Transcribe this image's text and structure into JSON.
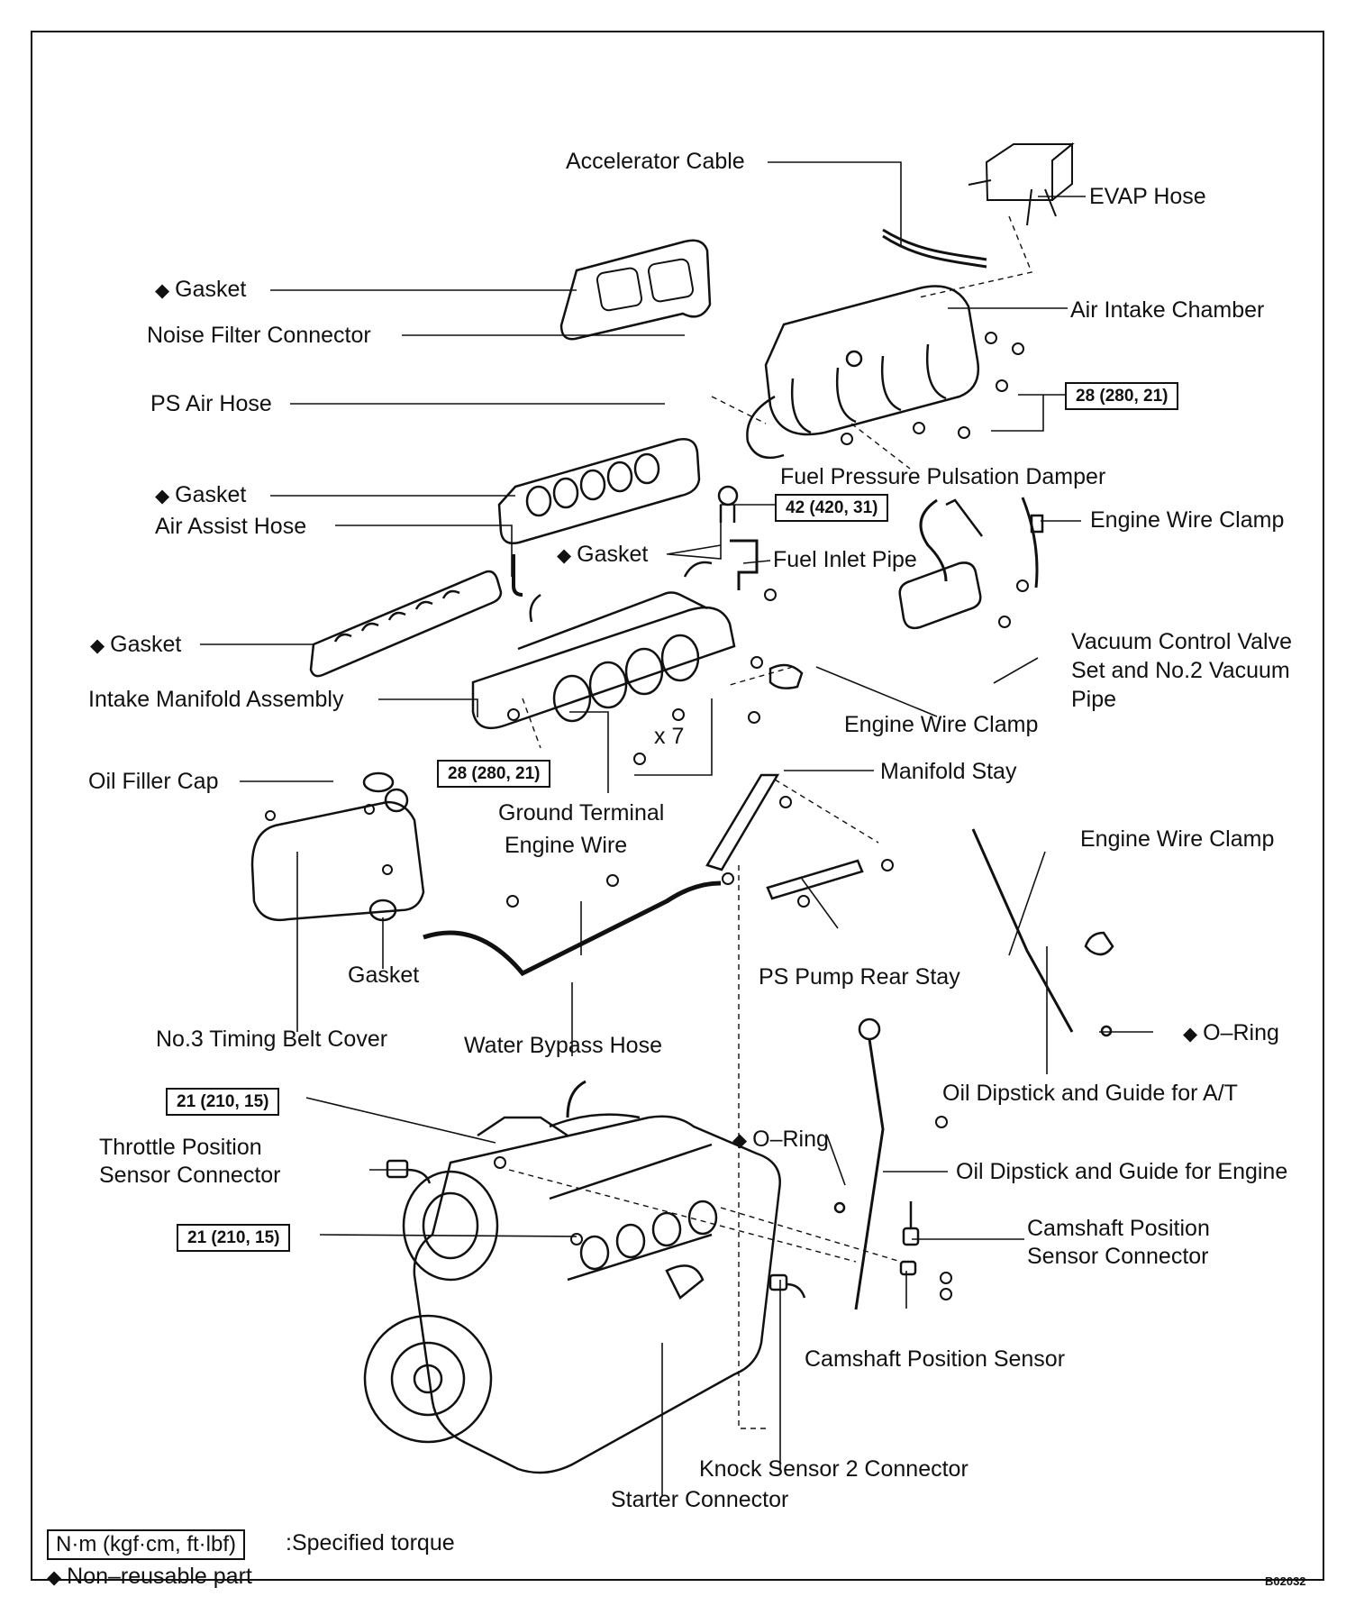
{
  "labels": {
    "accelerator_cable": "Accelerator Cable",
    "evap_hose": "EVAP Hose",
    "gasket_1": "Gasket",
    "noise_filter_connector": "Noise Filter Connector",
    "air_intake_chamber": "Air Intake Chamber",
    "ps_air_hose": "PS Air Hose",
    "gasket_2": "Gasket",
    "fuel_pressure_pulsation_damper": "Fuel Pressure Pulsation Damper",
    "engine_wire_clamp_1": "Engine Wire Clamp",
    "air_assist_hose": "Air Assist Hose",
    "gasket_3": "Gasket",
    "fuel_inlet_pipe": "Fuel Inlet Pipe",
    "gasket_4": "Gasket",
    "vacuum_control_valve": "Vacuum Control Valve\nSet and No.2 Vacuum\nPipe",
    "intake_manifold_assembly": "Intake Manifold Assembly",
    "engine_wire_clamp_2": "Engine Wire Clamp",
    "x7": "x 7",
    "oil_filler_cap": "Oil Filler Cap",
    "manifold_stay": "Manifold Stay",
    "ground_terminal": "Ground Terminal",
    "engine_wire": "Engine Wire",
    "engine_wire_clamp_3": "Engine Wire Clamp",
    "gasket_5": "Gasket",
    "ps_pump_rear_stay": "PS Pump Rear Stay",
    "no3_timing_belt_cover": "No.3 Timing Belt Cover",
    "water_bypass_hose": "Water Bypass Hose",
    "o_ring_1": "O–Ring",
    "oil_dipstick_at": "Oil Dipstick and Guide for A/T",
    "throttle_position_sensor_connector": "Throttle Position\nSensor Connector",
    "o_ring_2": "O–Ring",
    "oil_dipstick_engine": "Oil Dipstick and Guide for Engine",
    "camshaft_position_sensor_connector": "Camshaft Position\nSensor Connector",
    "camshaft_position_sensor": "Camshaft Position Sensor",
    "knock_sensor_2_connector": "Knock Sensor 2 Connector",
    "starter_connector": "Starter Connector"
  },
  "torques": {
    "t1": "28 (280, 21)",
    "t2": "42 (420, 31)",
    "t3": "28 (280, 21)",
    "t4": "21 (210, 15)",
    "t5": "21 (210, 15)"
  },
  "symbols": {
    "nonreusable_marker": "◆"
  },
  "legend": {
    "torque_units": "N·m (kgf·cm, ft·lbf)",
    "torque_desc": ":Specified torque",
    "nonreusable_marker": "◆",
    "nonreusable_desc": "Non–reusable part"
  },
  "figure_code": "B02032"
}
